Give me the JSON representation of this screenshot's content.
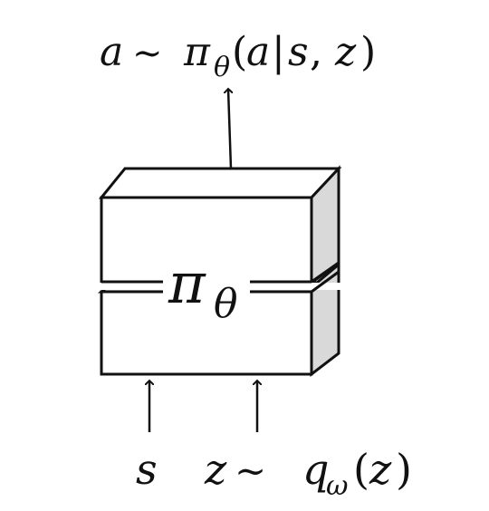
{
  "output_label": {
    "a": "a",
    "tilde": "∼",
    "pi": "π",
    "theta": "θ",
    "open": "(",
    "arg": "a",
    "bar": "|",
    "s": "s",
    "comma": ",",
    "z": "z",
    "close": ")"
  },
  "block_label": {
    "pi": "π",
    "theta": "θ"
  },
  "input_s": {
    "s": "s"
  },
  "input_z": {
    "z": "z",
    "tilde": "∼",
    "q": "q",
    "omega": "ω",
    "open": "(",
    "arg": "z",
    "close": ")"
  },
  "colors": {
    "stroke": "#111111",
    "side_face": "#d9d9d9",
    "front_face": "#ffffff"
  }
}
